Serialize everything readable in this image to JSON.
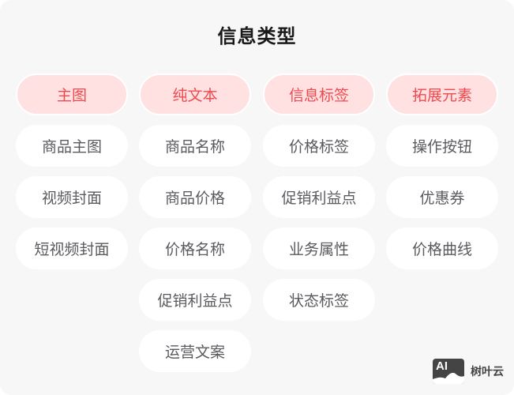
{
  "title": "信息类型",
  "columns": [
    {
      "header": "主图",
      "items": [
        "商品主图",
        "视频封面",
        "短视频封面"
      ]
    },
    {
      "header": "纯文本",
      "items": [
        "商品名称",
        "商品价格",
        "价格名称",
        "促销利益点",
        "运营文案"
      ]
    },
    {
      "header": "信息标签",
      "items": [
        "价格标签",
        "促销利益点",
        "业务属性",
        "状态标签"
      ]
    },
    {
      "header": "拓展元素",
      "items": [
        "操作按钮",
        "优惠券",
        "价格曲线"
      ]
    }
  ],
  "watermark": {
    "icon_text": "AI",
    "label": "树叶云"
  },
  "colors": {
    "accent": "#f04a4f",
    "accent_bg": "#ffe1e2",
    "item_text": "#5a5a5f",
    "background": "#f7f7f7"
  }
}
